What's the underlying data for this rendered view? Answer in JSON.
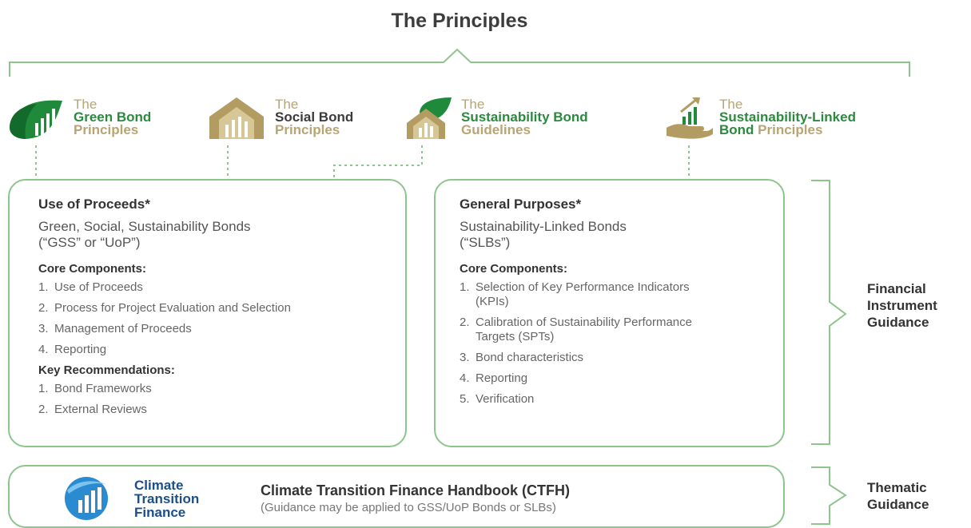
{
  "title": "The Principles",
  "logos": [
    {
      "line1": "The",
      "line2": "Green Bond",
      "line3": "Principles"
    },
    {
      "line1": "The",
      "line2": "Social Bond",
      "line3": "Principles"
    },
    {
      "line1": "The",
      "line2": "Sustainability Bond",
      "line3": "Guidelines"
    },
    {
      "line1": "The",
      "line2": "Sustainability-Linked",
      "line3a": "Bond",
      "line3b": " Principles"
    }
  ],
  "left_box": {
    "heading": "Use of Proceeds*",
    "sub1": "Green, Social, Sustainability Bonds",
    "sub2": "(“GSS” or “UoP”)",
    "core_title": "Core Components:",
    "core": [
      {
        "n": "1.",
        "t": "Use of Proceeds"
      },
      {
        "n": "2.",
        "t": "Process for Project Evaluation and Selection"
      },
      {
        "n": "3.",
        "t": "Management of Proceeds"
      },
      {
        "n": "4.",
        "t": "Reporting"
      }
    ],
    "rec_title": "Key Recommendations:",
    "rec": [
      {
        "n": "1.",
        "t": "Bond Frameworks"
      },
      {
        "n": "2.",
        "t": "External Reviews"
      }
    ]
  },
  "right_box": {
    "heading": "General Purposes*",
    "sub1": "Sustainability-Linked Bonds",
    "sub2": "(“SLBs”)",
    "core_title": "Core Components:",
    "core": [
      {
        "n": "1.",
        "t": "Selection of Key Performance Indicators (KPIs)"
      },
      {
        "n": "2.",
        "t": "Calibration of Sustainability Performance Targets (SPTs)"
      },
      {
        "n": "3.",
        "t": "Bond characteristics"
      },
      {
        "n": "4.",
        "t": "Reporting"
      },
      {
        "n": "5.",
        "t": "Verification"
      }
    ]
  },
  "bottom_box": {
    "logo_line1": "Climate",
    "logo_line2": "Transition",
    "logo_line3": "Finance",
    "heading": "Climate Transition Finance Handbook (CTFH)",
    "sub": "(Guidance may be applied to GSS/UoP Bonds or SLBs)"
  },
  "side_labels": {
    "financial_1": "Financial",
    "financial_2": "Instrument",
    "financial_3": "Guidance",
    "thematic_1": "Thematic",
    "thematic_2": "Guidance"
  },
  "colors": {
    "green_line": "#8dc58d",
    "brand_green": "#2a8a3e",
    "gold": "#b8a572",
    "blue": "#2a8bd0"
  }
}
